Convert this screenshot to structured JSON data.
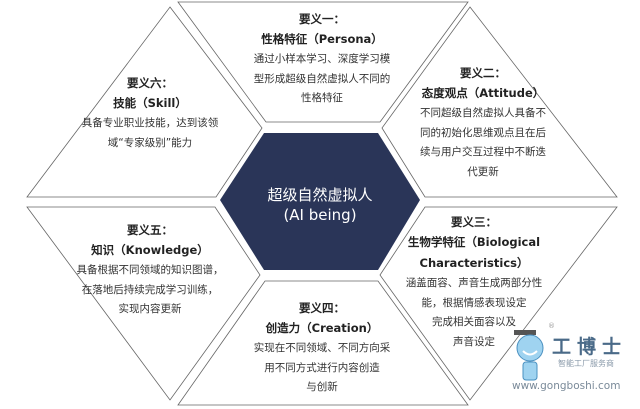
{
  "center": {
    "line1": "超级自然虚拟人",
    "line2": "(AI being)",
    "color": "#2a3558"
  },
  "sections": [
    {
      "label": "要义一：",
      "title": "性格特征（Persona）",
      "body": [
        "通过小样本学习、深度学习模",
        "型形成超级自然虚拟人不同的",
        "性格特征"
      ]
    },
    {
      "label": "要义二：",
      "title": "态度观点（Attitude）",
      "body": [
        "不同超级自然虚拟人具备不",
        "同的初始化思维观点且在后",
        "续与用户交互过程中不断迭",
        "代更新"
      ]
    },
    {
      "label": "要义三：",
      "title": "生物学特征（Biological",
      "title2": "Characteristics）",
      "body": [
        "涵盖面容、声音生成两部分性",
        "能，根据情感表现设定",
        "完成相关面容以及",
        "声音设定"
      ]
    },
    {
      "label": "要义四：",
      "title": "创造力（Creation）",
      "body": [
        "实现在不同领域、不同方向采",
        "用不同方式进行内容创造",
        "与创新"
      ]
    },
    {
      "label": "要义五：",
      "title": "知识（Knowledge）",
      "body": [
        "具备根据不同领域的知识图谱，",
        "在落地后持续完成学习训练，",
        "实现内容更新"
      ]
    },
    {
      "label": "要义六：",
      "title": "技能（Skill）",
      "body": [
        "具备专业职业技能，达到该领",
        "域“专家级别”能力"
      ]
    }
  ],
  "watermark": {
    "brand": "工博士",
    "tagline": "智能工厂服务商",
    "url": "www.gongboshi.com",
    "registered": "®"
  }
}
